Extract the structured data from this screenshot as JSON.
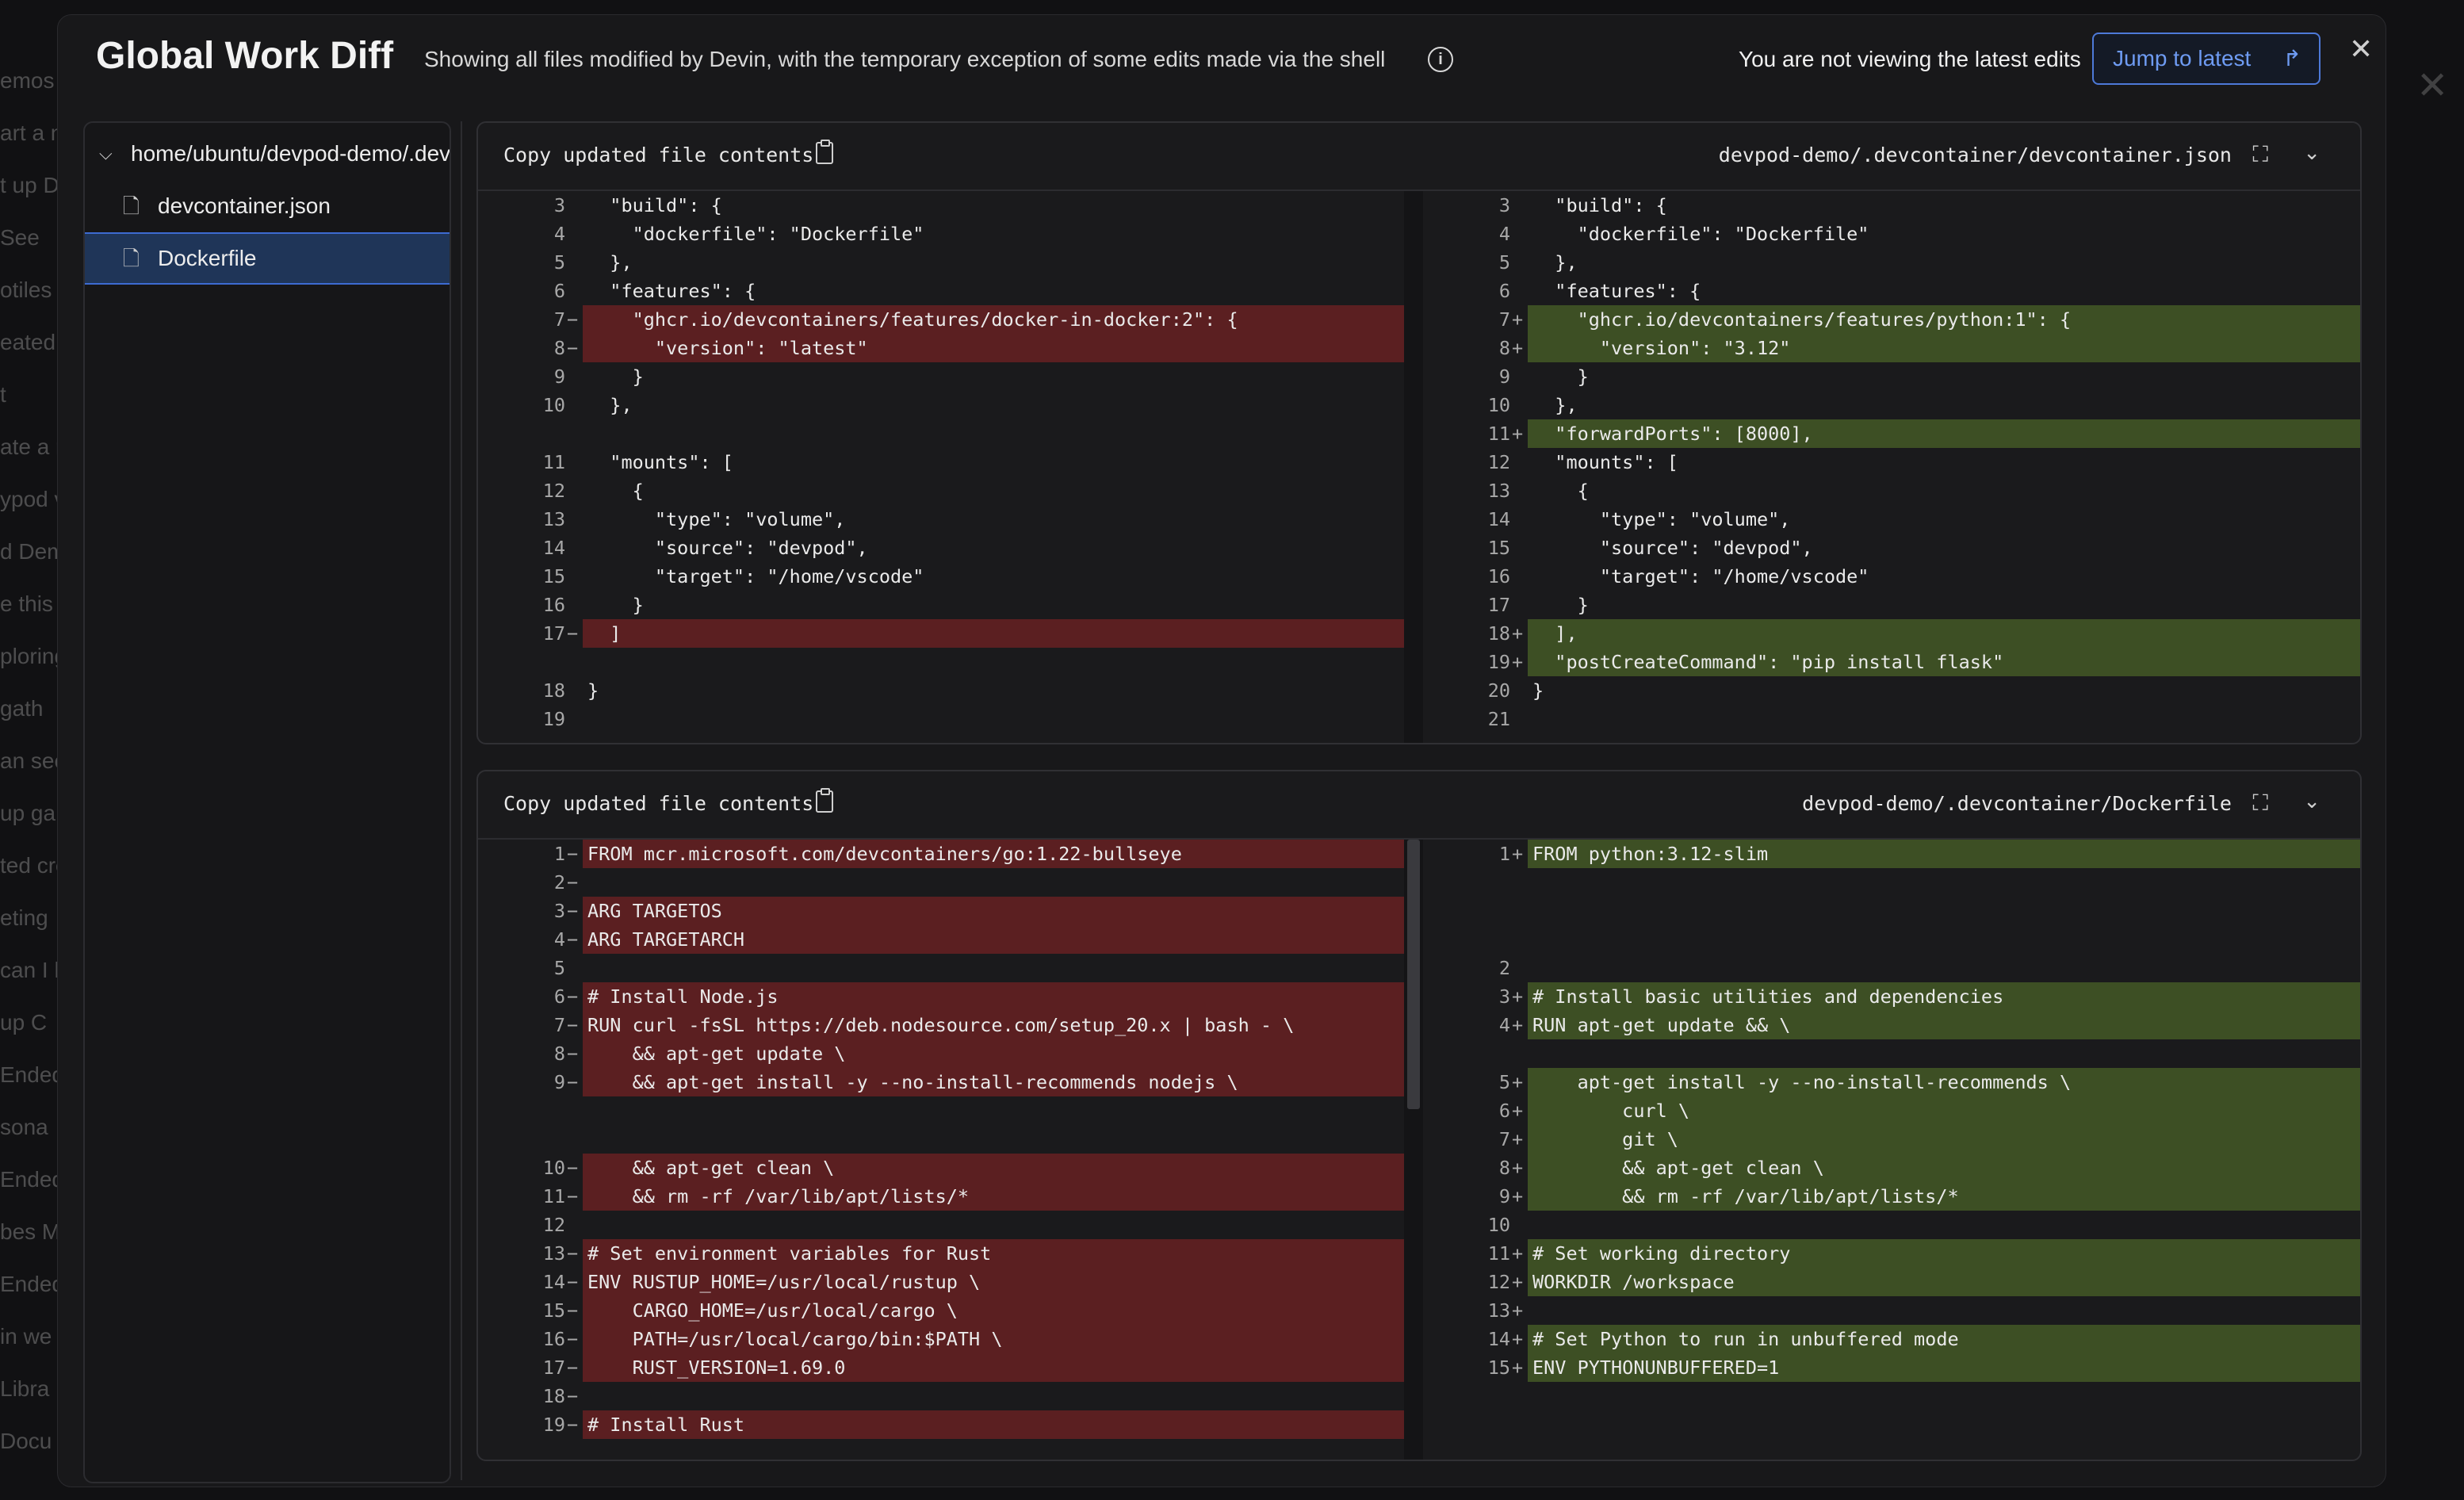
{
  "background": {
    "left_fragments": [
      "emos",
      "art a n",
      "t up D",
      "See",
      "otiles",
      "eated a",
      "t",
      "ate a n",
      "ypod v",
      "d Dem",
      "e this",
      "ploring",
      "gath",
      "an see",
      "up ga",
      "ted cre",
      "eting",
      "can I he",
      "up C",
      "Ended",
      "sona",
      "Ended",
      "bes M",
      "Ended",
      "in we",
      "Libra",
      "Docu"
    ]
  },
  "modal": {
    "title": "Global Work Diff",
    "subtitle": "Showing all files modified by Devin, with the temporary exception of some edits made via the shell",
    "stale_notice": "You are not viewing the latest edits",
    "jump_button": "Jump to latest",
    "close_glyph": "✕"
  },
  "tree": {
    "folder": "home/ubuntu/devpod-demo/.devcontainer",
    "files": [
      "devcontainer.json",
      "Dockerfile"
    ],
    "selected": "Dockerfile"
  },
  "diffs": [
    {
      "copy_label": "Copy updated file contents",
      "filename": "devpod-demo/.devcontainer/devcontainer.json",
      "left": [
        {
          "n": "3",
          "m": "",
          "t": "  \"build\": {",
          "k": "ctx"
        },
        {
          "n": "4",
          "m": "",
          "t": "    \"dockerfile\": \"Dockerfile\"",
          "k": "ctx"
        },
        {
          "n": "5",
          "m": "",
          "t": "  },",
          "k": "ctx"
        },
        {
          "n": "6",
          "m": "",
          "t": "  \"features\": {",
          "k": "ctx"
        },
        {
          "n": "7",
          "m": "−",
          "t": "    \"ghcr.io/devcontainers/features/docker-in-docker:2\": {",
          "k": "del"
        },
        {
          "n": "8",
          "m": "−",
          "t": "      \"version\": \"latest\"",
          "k": "del"
        },
        {
          "n": "9",
          "m": "",
          "t": "    }",
          "k": "ctx"
        },
        {
          "n": "10",
          "m": "",
          "t": "  },",
          "k": "ctx"
        },
        {
          "n": "",
          "m": "",
          "t": "",
          "k": "hatch"
        },
        {
          "n": "11",
          "m": "",
          "t": "  \"mounts\": [",
          "k": "ctx"
        },
        {
          "n": "12",
          "m": "",
          "t": "    {",
          "k": "ctx"
        },
        {
          "n": "13",
          "m": "",
          "t": "      \"type\": \"volume\",",
          "k": "ctx"
        },
        {
          "n": "14",
          "m": "",
          "t": "      \"source\": \"devpod\",",
          "k": "ctx"
        },
        {
          "n": "15",
          "m": "",
          "t": "      \"target\": \"/home/vscode\"",
          "k": "ctx"
        },
        {
          "n": "16",
          "m": "",
          "t": "    }",
          "k": "ctx"
        },
        {
          "n": "17",
          "m": "−",
          "t": "  ]",
          "k": "del"
        },
        {
          "n": "",
          "m": "",
          "t": "",
          "k": "hatch"
        },
        {
          "n": "18",
          "m": "",
          "t": "}",
          "k": "ctx"
        },
        {
          "n": "19",
          "m": "",
          "t": "",
          "k": "ctx"
        }
      ],
      "right": [
        {
          "n": "3",
          "m": "",
          "t": "  \"build\": {",
          "k": "ctx"
        },
        {
          "n": "4",
          "m": "",
          "t": "    \"dockerfile\": \"Dockerfile\"",
          "k": "ctx"
        },
        {
          "n": "5",
          "m": "",
          "t": "  },",
          "k": "ctx"
        },
        {
          "n": "6",
          "m": "",
          "t": "  \"features\": {",
          "k": "ctx"
        },
        {
          "n": "7",
          "m": "+",
          "t": "    \"ghcr.io/devcontainers/features/python:1\": {",
          "k": "add"
        },
        {
          "n": "8",
          "m": "+",
          "t": "      \"version\": \"3.12\"",
          "k": "add"
        },
        {
          "n": "9",
          "m": "",
          "t": "    }",
          "k": "ctx"
        },
        {
          "n": "10",
          "m": "",
          "t": "  },",
          "k": "ctx"
        },
        {
          "n": "11",
          "m": "+",
          "t": "  \"forwardPorts\": [8000],",
          "k": "add"
        },
        {
          "n": "12",
          "m": "",
          "t": "  \"mounts\": [",
          "k": "ctx"
        },
        {
          "n": "13",
          "m": "",
          "t": "    {",
          "k": "ctx"
        },
        {
          "n": "14",
          "m": "",
          "t": "      \"type\": \"volume\",",
          "k": "ctx"
        },
        {
          "n": "15",
          "m": "",
          "t": "      \"source\": \"devpod\",",
          "k": "ctx"
        },
        {
          "n": "16",
          "m": "",
          "t": "      \"target\": \"/home/vscode\"",
          "k": "ctx"
        },
        {
          "n": "17",
          "m": "",
          "t": "    }",
          "k": "ctx"
        },
        {
          "n": "18",
          "m": "+",
          "t": "  ],",
          "k": "add"
        },
        {
          "n": "19",
          "m": "+",
          "t": "  \"postCreateCommand\": \"pip install flask\"",
          "k": "add"
        },
        {
          "n": "20",
          "m": "",
          "t": "}",
          "k": "ctx"
        },
        {
          "n": "21",
          "m": "",
          "t": "",
          "k": "ctx"
        }
      ]
    },
    {
      "copy_label": "Copy updated file contents",
      "filename": "devpod-demo/.devcontainer/Dockerfile",
      "left": [
        {
          "n": "1",
          "m": "−",
          "t": "FROM mcr.microsoft.com/devcontainers/go:1.22-bullseye",
          "k": "del"
        },
        {
          "n": "2",
          "m": "−",
          "t": "",
          "k": "del"
        },
        {
          "n": "3",
          "m": "−",
          "t": "ARG TARGETOS",
          "k": "del"
        },
        {
          "n": "4",
          "m": "−",
          "t": "ARG TARGETARCH",
          "k": "del"
        },
        {
          "n": "5",
          "m": "",
          "t": "",
          "k": "ctx"
        },
        {
          "n": "6",
          "m": "−",
          "t": "# Install Node.js",
          "k": "del"
        },
        {
          "n": "7",
          "m": "−",
          "t": "RUN curl -fsSL https://deb.nodesource.com/setup_20.x | bash - \\",
          "k": "del"
        },
        {
          "n": "8",
          "m": "−",
          "t": "    && apt-get update \\",
          "k": "del"
        },
        {
          "n": "9",
          "m": "−",
          "t": "    && apt-get install -y --no-install-recommends nodejs \\",
          "k": "del"
        },
        {
          "n": "",
          "m": "",
          "t": "",
          "k": "hatch"
        },
        {
          "n": "",
          "m": "",
          "t": "",
          "k": "hatch"
        },
        {
          "n": "10",
          "m": "−",
          "t": "    && apt-get clean \\",
          "k": "del"
        },
        {
          "n": "11",
          "m": "−",
          "t": "    && rm -rf /var/lib/apt/lists/*",
          "k": "del"
        },
        {
          "n": "12",
          "m": "",
          "t": "",
          "k": "ctx"
        },
        {
          "n": "13",
          "m": "−",
          "t": "# Set environment variables for Rust",
          "k": "del"
        },
        {
          "n": "14",
          "m": "−",
          "t": "ENV RUSTUP_HOME=/usr/local/rustup \\",
          "k": "del"
        },
        {
          "n": "15",
          "m": "−",
          "t": "    CARGO_HOME=/usr/local/cargo \\",
          "k": "del"
        },
        {
          "n": "16",
          "m": "−",
          "t": "    PATH=/usr/local/cargo/bin:$PATH \\",
          "k": "del"
        },
        {
          "n": "17",
          "m": "−",
          "t": "    RUST_VERSION=1.69.0",
          "k": "del"
        },
        {
          "n": "18",
          "m": "−",
          "t": "",
          "k": "del"
        },
        {
          "n": "19",
          "m": "−",
          "t": "# Install Rust",
          "k": "del"
        }
      ],
      "right": [
        {
          "n": "1",
          "m": "+",
          "t": "FROM python:3.12-slim",
          "k": "add"
        },
        {
          "n": "",
          "m": "",
          "t": "",
          "k": "hatch"
        },
        {
          "n": "",
          "m": "",
          "t": "",
          "k": "hatch"
        },
        {
          "n": "",
          "m": "",
          "t": "",
          "k": "hatch"
        },
        {
          "n": "2",
          "m": "",
          "t": "",
          "k": "ctx"
        },
        {
          "n": "3",
          "m": "+",
          "t": "# Install basic utilities and dependencies",
          "k": "add"
        },
        {
          "n": "4",
          "m": "+",
          "t": "RUN apt-get update && \\",
          "k": "add"
        },
        {
          "n": "",
          "m": "",
          "t": "",
          "k": "hatch"
        },
        {
          "n": "5",
          "m": "+",
          "t": "    apt-get install -y --no-install-recommends \\",
          "k": "add"
        },
        {
          "n": "6",
          "m": "+",
          "t": "        curl \\",
          "k": "add"
        },
        {
          "n": "7",
          "m": "+",
          "t": "        git \\",
          "k": "add"
        },
        {
          "n": "8",
          "m": "+",
          "t": "        && apt-get clean \\",
          "k": "add"
        },
        {
          "n": "9",
          "m": "+",
          "t": "        && rm -rf /var/lib/apt/lists/*",
          "k": "add"
        },
        {
          "n": "10",
          "m": "",
          "t": "",
          "k": "ctx"
        },
        {
          "n": "11",
          "m": "+",
          "t": "# Set working directory",
          "k": "add"
        },
        {
          "n": "12",
          "m": "+",
          "t": "WORKDIR /workspace",
          "k": "add"
        },
        {
          "n": "13",
          "m": "+",
          "t": "",
          "k": "add"
        },
        {
          "n": "14",
          "m": "+",
          "t": "# Set Python to run in unbuffered mode",
          "k": "add"
        },
        {
          "n": "15",
          "m": "+",
          "t": "ENV PYTHONUNBUFFERED=1",
          "k": "add"
        },
        {
          "n": "",
          "m": "",
          "t": "",
          "k": "hatch"
        },
        {
          "n": "",
          "m": "",
          "t": "",
          "k": "hatch"
        }
      ]
    }
  ]
}
